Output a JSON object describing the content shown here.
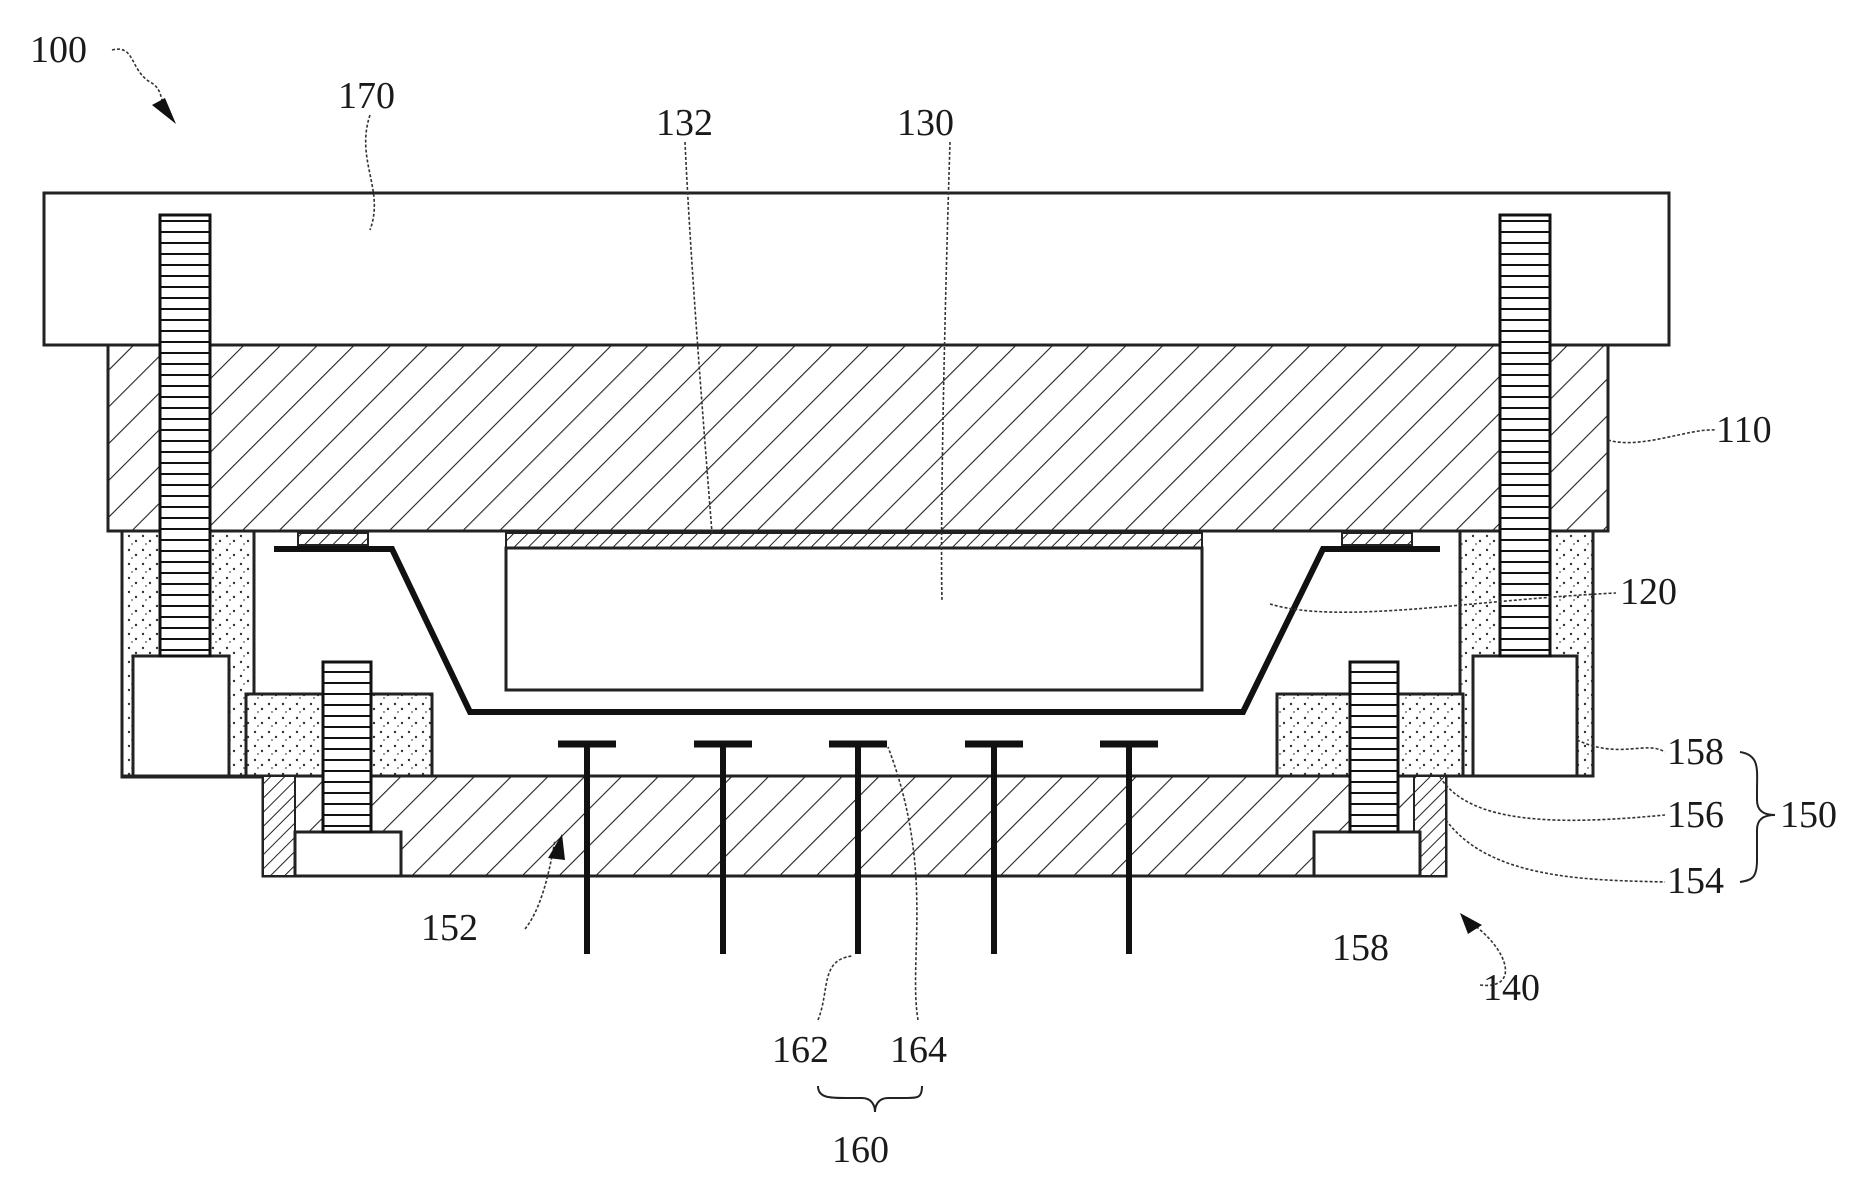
{
  "figure": {
    "labels": {
      "assembly": "100",
      "top_plate": "170",
      "clamp_block": "110",
      "film": "120",
      "die": "130",
      "die_layer": "132",
      "lower_mold": "140",
      "base_assembly": "150",
      "mold_plate": "152",
      "insert_layer": "154",
      "spacer": "156",
      "screw_head_right": "158",
      "screw_head_lower": "158",
      "pin_group": "160",
      "pin_shaft": "162",
      "pin_head": "164"
    }
  }
}
